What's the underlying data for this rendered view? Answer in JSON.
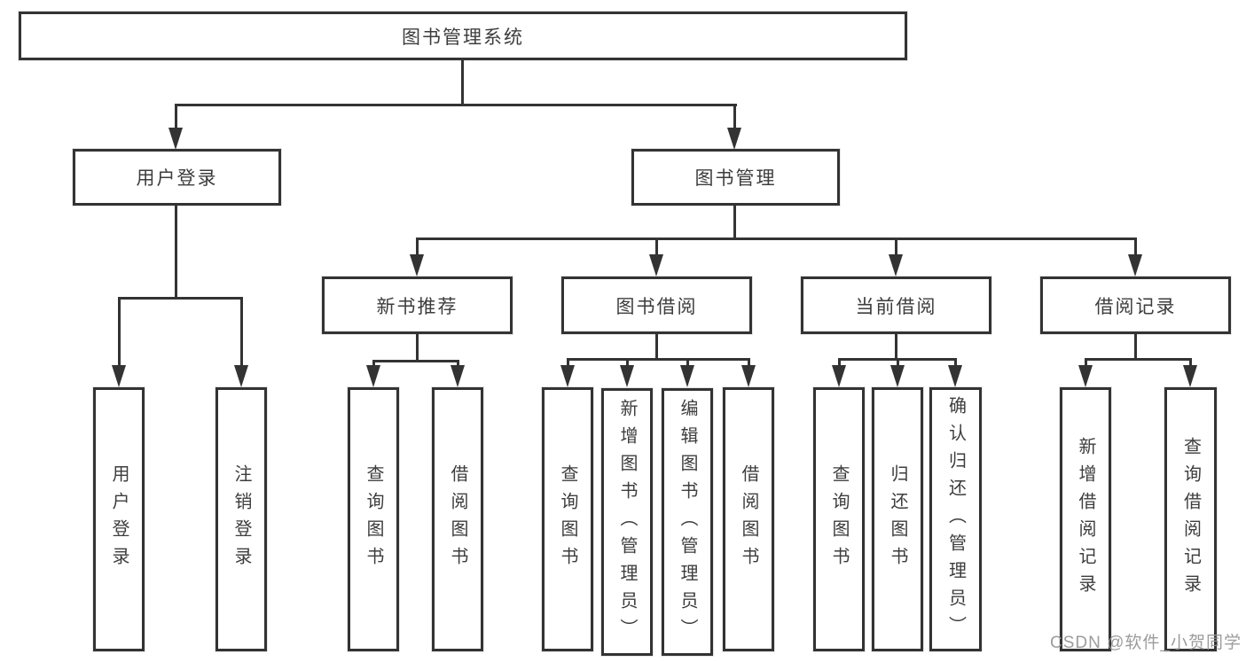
{
  "diagram_type": "functional-structure-tree",
  "colors": {
    "line": "#333333",
    "box_border": "#333333",
    "box_fill": "#ffffff",
    "text": "#3d3d3d",
    "background": "#ffffff",
    "watermark": "#949494"
  },
  "watermark": {
    "text": "CSDN @软件_小贺同学"
  },
  "tree": {
    "label": "图书管理系统",
    "children": [
      {
        "label": "用户登录",
        "children": [
          {
            "label": "用户登录"
          },
          {
            "label": "注销登录"
          }
        ]
      },
      {
        "label": "图书管理",
        "children": [
          {
            "label": "新书推荐",
            "children": [
              {
                "label": "查询图书"
              },
              {
                "label": "借阅图书"
              }
            ]
          },
          {
            "label": "图书借阅",
            "children": [
              {
                "label": "查询图书"
              },
              {
                "label": "新增图书（管理员）"
              },
              {
                "label": "编辑图书（管理员）"
              },
              {
                "label": "借阅图书"
              }
            ]
          },
          {
            "label": "当前借阅",
            "children": [
              {
                "label": "查询图书"
              },
              {
                "label": "归还图书"
              },
              {
                "label": "确认归还（管理员）"
              }
            ]
          },
          {
            "label": "借阅记录",
            "children": [
              {
                "label": "新增借阅记录"
              },
              {
                "label": "查询借阅记录"
              }
            ]
          }
        ]
      }
    ]
  }
}
